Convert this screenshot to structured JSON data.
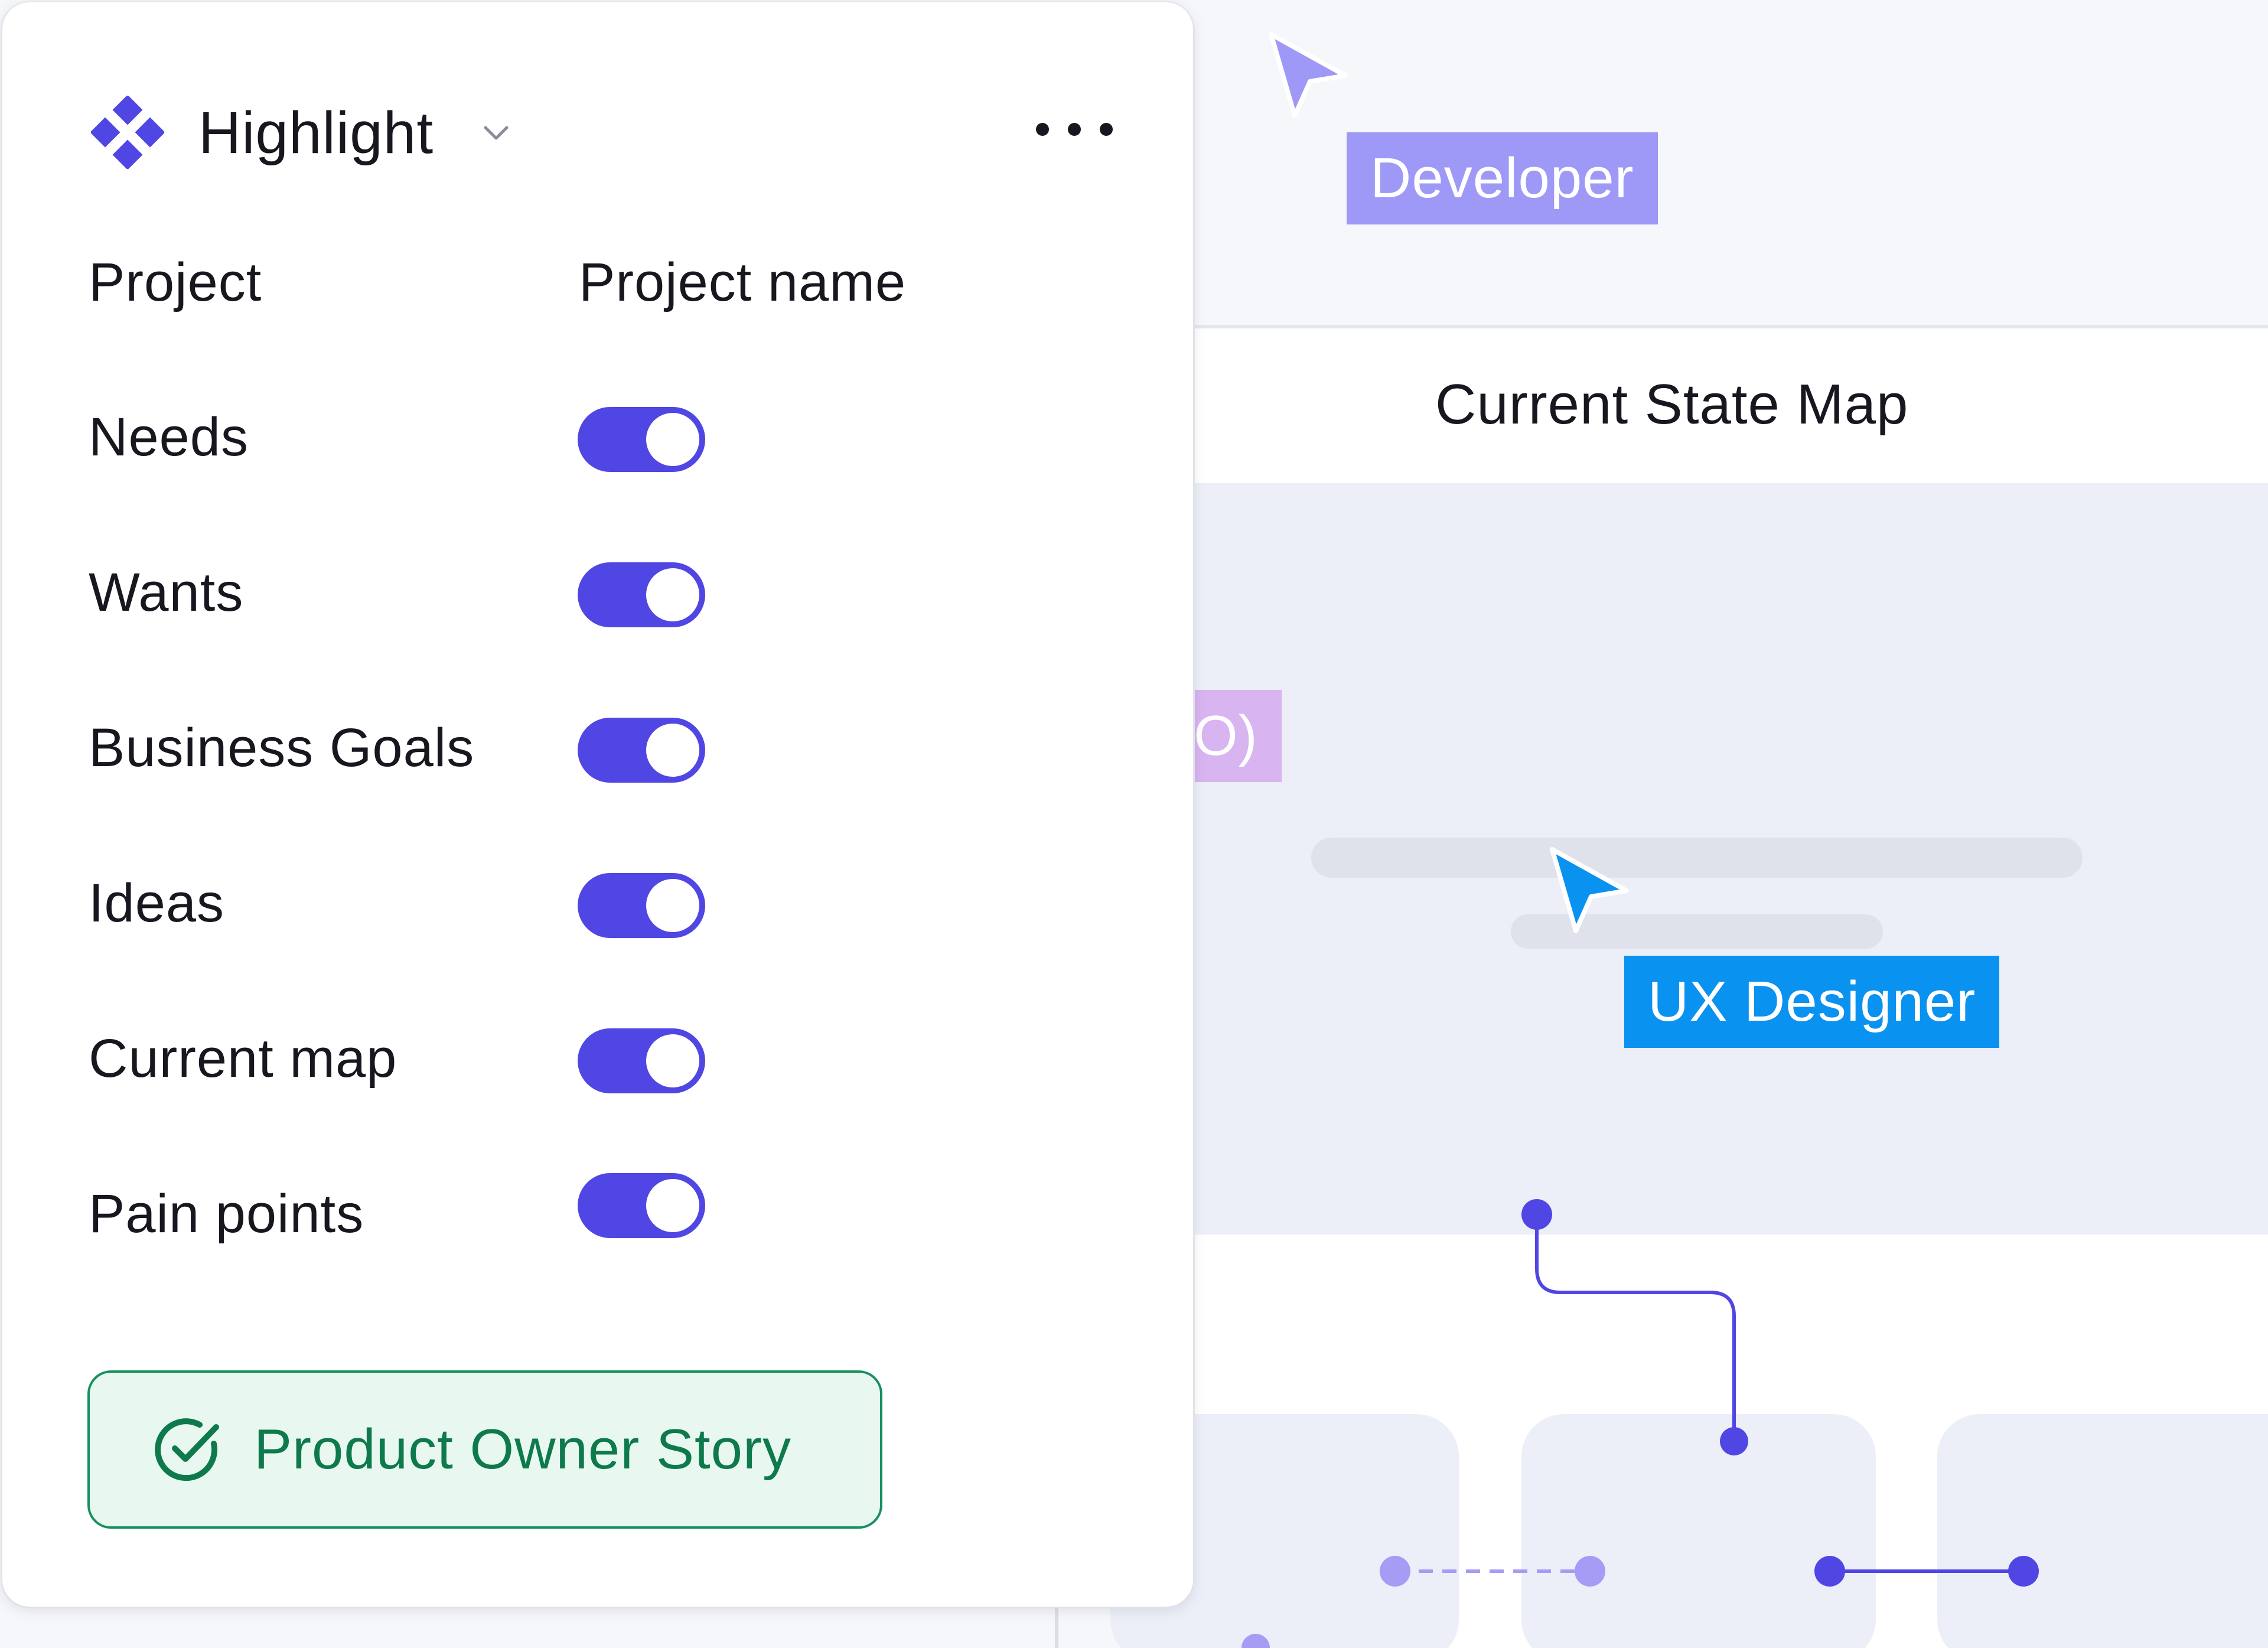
{
  "panel": {
    "app_title": "Highlight",
    "logo_icon": "diamond-cluster-icon",
    "more_icon": "more-horizontal-icon",
    "header_row": {
      "label": "Project",
      "value": "Project name"
    },
    "toggles": [
      {
        "label": "Needs",
        "on": true
      },
      {
        "label": "Wants",
        "on": true
      },
      {
        "label": "Business Goals",
        "on": true
      },
      {
        "label": "Ideas",
        "on": true
      },
      {
        "label": "Current map",
        "on": true
      },
      {
        "label": "Pain points",
        "on": true
      }
    ],
    "story_button": {
      "label": "Product Owner Story",
      "icon": "check-circle-icon"
    }
  },
  "board": {
    "frame_title": "Current State Map"
  },
  "cursors": [
    {
      "name": "Developer",
      "color": "#9e98f7"
    },
    {
      "name": "Client (PO)",
      "color": "#d8b4f0"
    },
    {
      "name": "UX Designer",
      "color": "#0a92f0"
    }
  ],
  "colors": {
    "accent": "#5046e4",
    "success": "#0e7a4c",
    "success_bg": "#e8f8f0",
    "connector_light": "#a59cf6"
  }
}
